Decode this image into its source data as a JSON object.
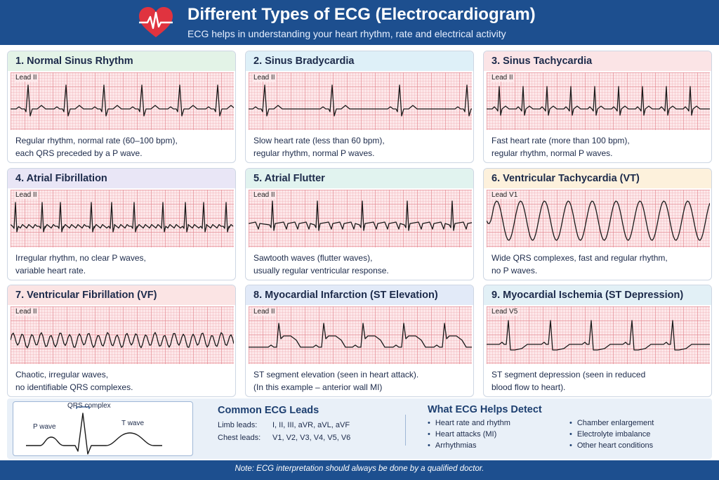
{
  "header": {
    "title": "Different Types of ECG (Electrocardiogram)",
    "subtitle": "ECG helps in understanding your heart rhythm, rate and electrical activity",
    "icon": "heart-ecg-icon"
  },
  "cards": [
    {
      "title": "1. Normal Sinus Rhythm",
      "lead": "Lead II",
      "desc": [
        "Regular rhythm, normal rate (60–100 bpm),",
        "each QRS preceded by a P wave."
      ],
      "accent": "#e3f3e7",
      "rhythm": "normal"
    },
    {
      "title": "2. Sinus Bradycardia",
      "lead": "Lead II",
      "desc": [
        "Slow heart rate (less than 60 bpm),",
        "regular rhythm, normal P waves."
      ],
      "accent": "#def0f8",
      "rhythm": "brady"
    },
    {
      "title": "3. Sinus Tachycardia",
      "lead": "Lead II",
      "desc": [
        "Fast heart rate (more than 100 bpm),",
        "regular rhythm, normal P waves."
      ],
      "accent": "#fbe4e6",
      "rhythm": "tachy"
    },
    {
      "title": "4. Atrial Fibrillation",
      "lead": "Lead II",
      "desc": [
        "Irregular rhythm, no clear P waves,",
        "variable heart rate."
      ],
      "accent": "#e9e6f6",
      "rhythm": "afib"
    },
    {
      "title": "5. Atrial Flutter",
      "lead": "Lead II",
      "desc": [
        "Sawtooth waves (flutter waves),",
        "usually regular ventricular response."
      ],
      "accent": "#e1f3ef",
      "rhythm": "aflutter"
    },
    {
      "title": "6. Ventricular Tachycardia (VT)",
      "lead": "Lead V1",
      "desc": [
        "Wide QRS complexes, fast and regular rhythm,",
        "no P waves."
      ],
      "accent": "#fdf1dc",
      "rhythm": "vt"
    },
    {
      "title": "7. Ventricular Fibrillation (VF)",
      "lead": "Lead II",
      "desc": [
        "Chaotic, irregular waves,",
        "no identifiable QRS complexes."
      ],
      "accent": "#fbe4e4",
      "rhythm": "vf"
    },
    {
      "title": "8. Myocardial Infarction (ST Elevation)",
      "lead": "Lead II",
      "desc": [
        "ST segment elevation (seen in heart attack).",
        "(In this example – anterior wall MI)"
      ],
      "accent": "#e2eaf8",
      "rhythm": "stemi"
    },
    {
      "title": "9. Myocardial Ischemia (ST Depression)",
      "lead": "Lead V5",
      "desc": [
        "ST segment depression (seen in reduced",
        "blood flow to heart)."
      ],
      "accent": "#e2f0f6",
      "rhythm": "stdep"
    }
  ],
  "diagram": {
    "qrs": "QRS complex",
    "p": "P wave",
    "t": "T wave"
  },
  "leads": {
    "title": "Common ECG Leads",
    "limb_label": "Limb leads:",
    "limb_values": "I, II, III, aVR, aVL, aVF",
    "chest_label": "Chest leads:",
    "chest_values": "V1, V2, V3, V4, V5, V6"
  },
  "detect": {
    "title": "What ECG Helps Detect",
    "col1": [
      "Heart rate and rhythm",
      "Heart attacks (MI)",
      "Arrhythmias"
    ],
    "col2": [
      "Chamber enlargement",
      "Electrolyte imbalance",
      "Other heart conditions"
    ]
  },
  "footer": "Note: ECG interpretation should always be done by a qualified doctor.",
  "colors": {
    "header": "#1d4f8f",
    "trace": "#1a1a1a",
    "grid": "#fde8ea",
    "heart": "#e0333f"
  }
}
